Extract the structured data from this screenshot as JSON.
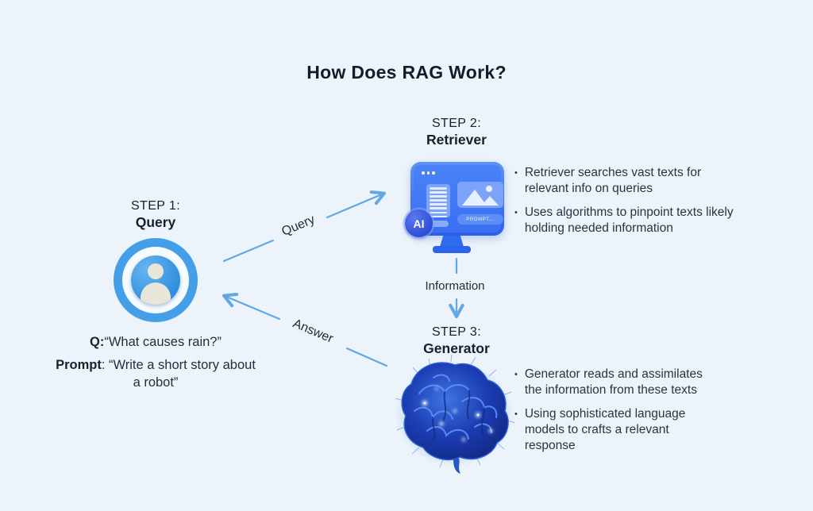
{
  "title": "How Does RAG Work?",
  "arrows": {
    "query_label": "Query",
    "answer_label": "Answer",
    "information_label": "Information"
  },
  "step1": {
    "kicker": "STEP 1:",
    "name": "Query",
    "icon": "user-in-rings-icon",
    "q_label": "Q:",
    "q_text": "“What causes rain?”",
    "prompt_label": "Prompt",
    "prompt_text": ": “Write a short story about a robot”"
  },
  "step2": {
    "kicker": "STEP 2:",
    "name": "Retriever",
    "icon": "ai-monitor-icon",
    "monitor": {
      "ai_badge": "AI",
      "prompt_button": "PROMPT..."
    },
    "bullets": [
      "Retriever searches vast texts for relevant info on queries",
      "Uses algorithms to pinpoint texts likely holding needed information"
    ]
  },
  "step3": {
    "kicker": "STEP 3:",
    "name": "Generator",
    "icon": "neural-brain-icon",
    "bullets": [
      "Generator reads and assimilates the information from these texts",
      "Using sophisticated language models to crafts a relevant response"
    ]
  },
  "bullet_glyph": "•",
  "colors": {
    "background": "#ECF3FA",
    "heading_text": "#14202E",
    "body_text": "#2A3342",
    "arrow_blue": "#5FA8E3",
    "monitor_blue": "#3B76F3",
    "ring_blue": "#459EE8",
    "brain_blue": "#1C3DB4"
  }
}
